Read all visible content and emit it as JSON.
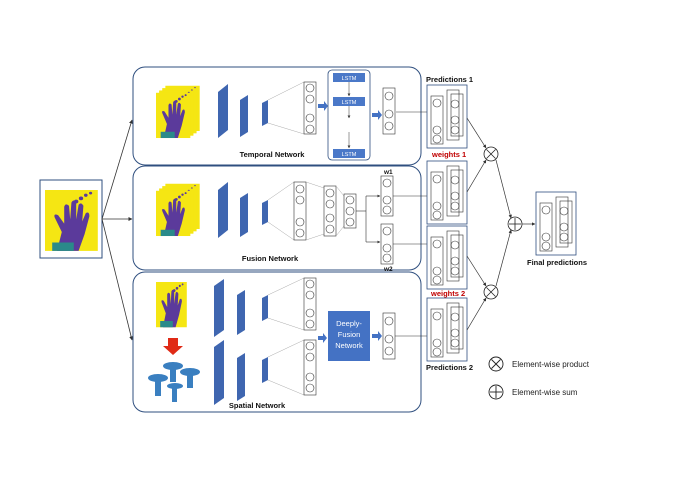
{
  "temporal_network": {
    "title": "Temporal Network",
    "lstm_labels": [
      "LSTM",
      "LSTM",
      "LSTM"
    ]
  },
  "fusion_network": {
    "title": "Fusion Network",
    "w1": "w1",
    "w2": "w2"
  },
  "spatial_network": {
    "title": "Spatial Network",
    "deeply_fusion": [
      "Deeply-",
      "Fusion",
      "Network"
    ]
  },
  "outputs": {
    "predictions_1": "Predictions 1",
    "predictions_2": "Predictions 2",
    "weights_1": "weights 1",
    "weights_2": "weights 2",
    "final_predictions": "Final predictions"
  },
  "legend": {
    "product": "Element-wise product",
    "sum": "Element-wise sum"
  },
  "colors": {
    "border": "#2f4f7f",
    "conv_block": "#3f66b0",
    "lstm_block": "#4a78c8",
    "fusion_block": "#4472c4",
    "hand_bg": "#f5e613",
    "hand": "#5b3a9b",
    "weights_text": "#c00000",
    "arrow_red": "#e02a16"
  }
}
